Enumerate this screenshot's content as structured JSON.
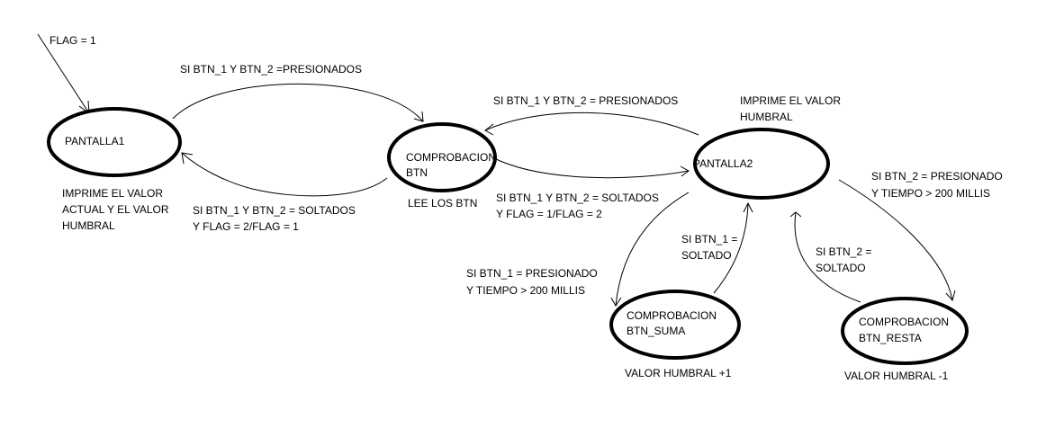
{
  "states": {
    "pantalla1": {
      "label": "PANTALLA1"
    },
    "comprobacion": {
      "label_1": "COMPROBACION",
      "label_2": "BTN"
    },
    "pantalla2": {
      "label": "PANTALLA2"
    },
    "suma": {
      "label_1": "COMPROBACION",
      "label_2": "BTN_SUMA"
    },
    "resta": {
      "label_1": "COMPROBACION",
      "label_2": "BTN_RESTA"
    }
  },
  "notes": {
    "pantalla1": [
      "IMPRIME EL VALOR",
      "ACTUAL Y EL VALOR",
      "HUMBRAL"
    ],
    "comprobacion": "LEE LOS BTN",
    "pantalla2": [
      "IMPRIME EL VALOR",
      "HUMBRAL"
    ],
    "suma": "VALOR HUMBRAL +1",
    "resta": "VALOR HUMBRAL -1"
  },
  "transitions": {
    "initial": "FLAG = 1",
    "p1_to_comp": "SI BTN_1 Y BTN_2 =PRESIONADOS",
    "comp_to_p1": [
      "SI BTN_1 Y BTN_2 = SOLTADOS",
      "Y FLAG = 2/FLAG = 1"
    ],
    "p2_to_comp": "SI BTN_1 Y BTN_2 = PRESIONADOS",
    "comp_to_p2": [
      "SI BTN_1 Y BTN_2 = SOLTADOS",
      "Y FLAG = 1/FLAG = 2"
    ],
    "p2_to_suma": [
      "SI BTN_1 = PRESIONADO",
      "Y TIEMPO > 200 MILLIS"
    ],
    "suma_to_p2": [
      "SI BTN_1 =",
      "SOLTADO"
    ],
    "p2_to_resta": [
      "SI BTN_2 = PRESIONADO",
      "Y TIEMPO > 200 MILLIS"
    ],
    "resta_to_p2": [
      "SI BTN_2 =",
      "SOLTADO"
    ]
  }
}
